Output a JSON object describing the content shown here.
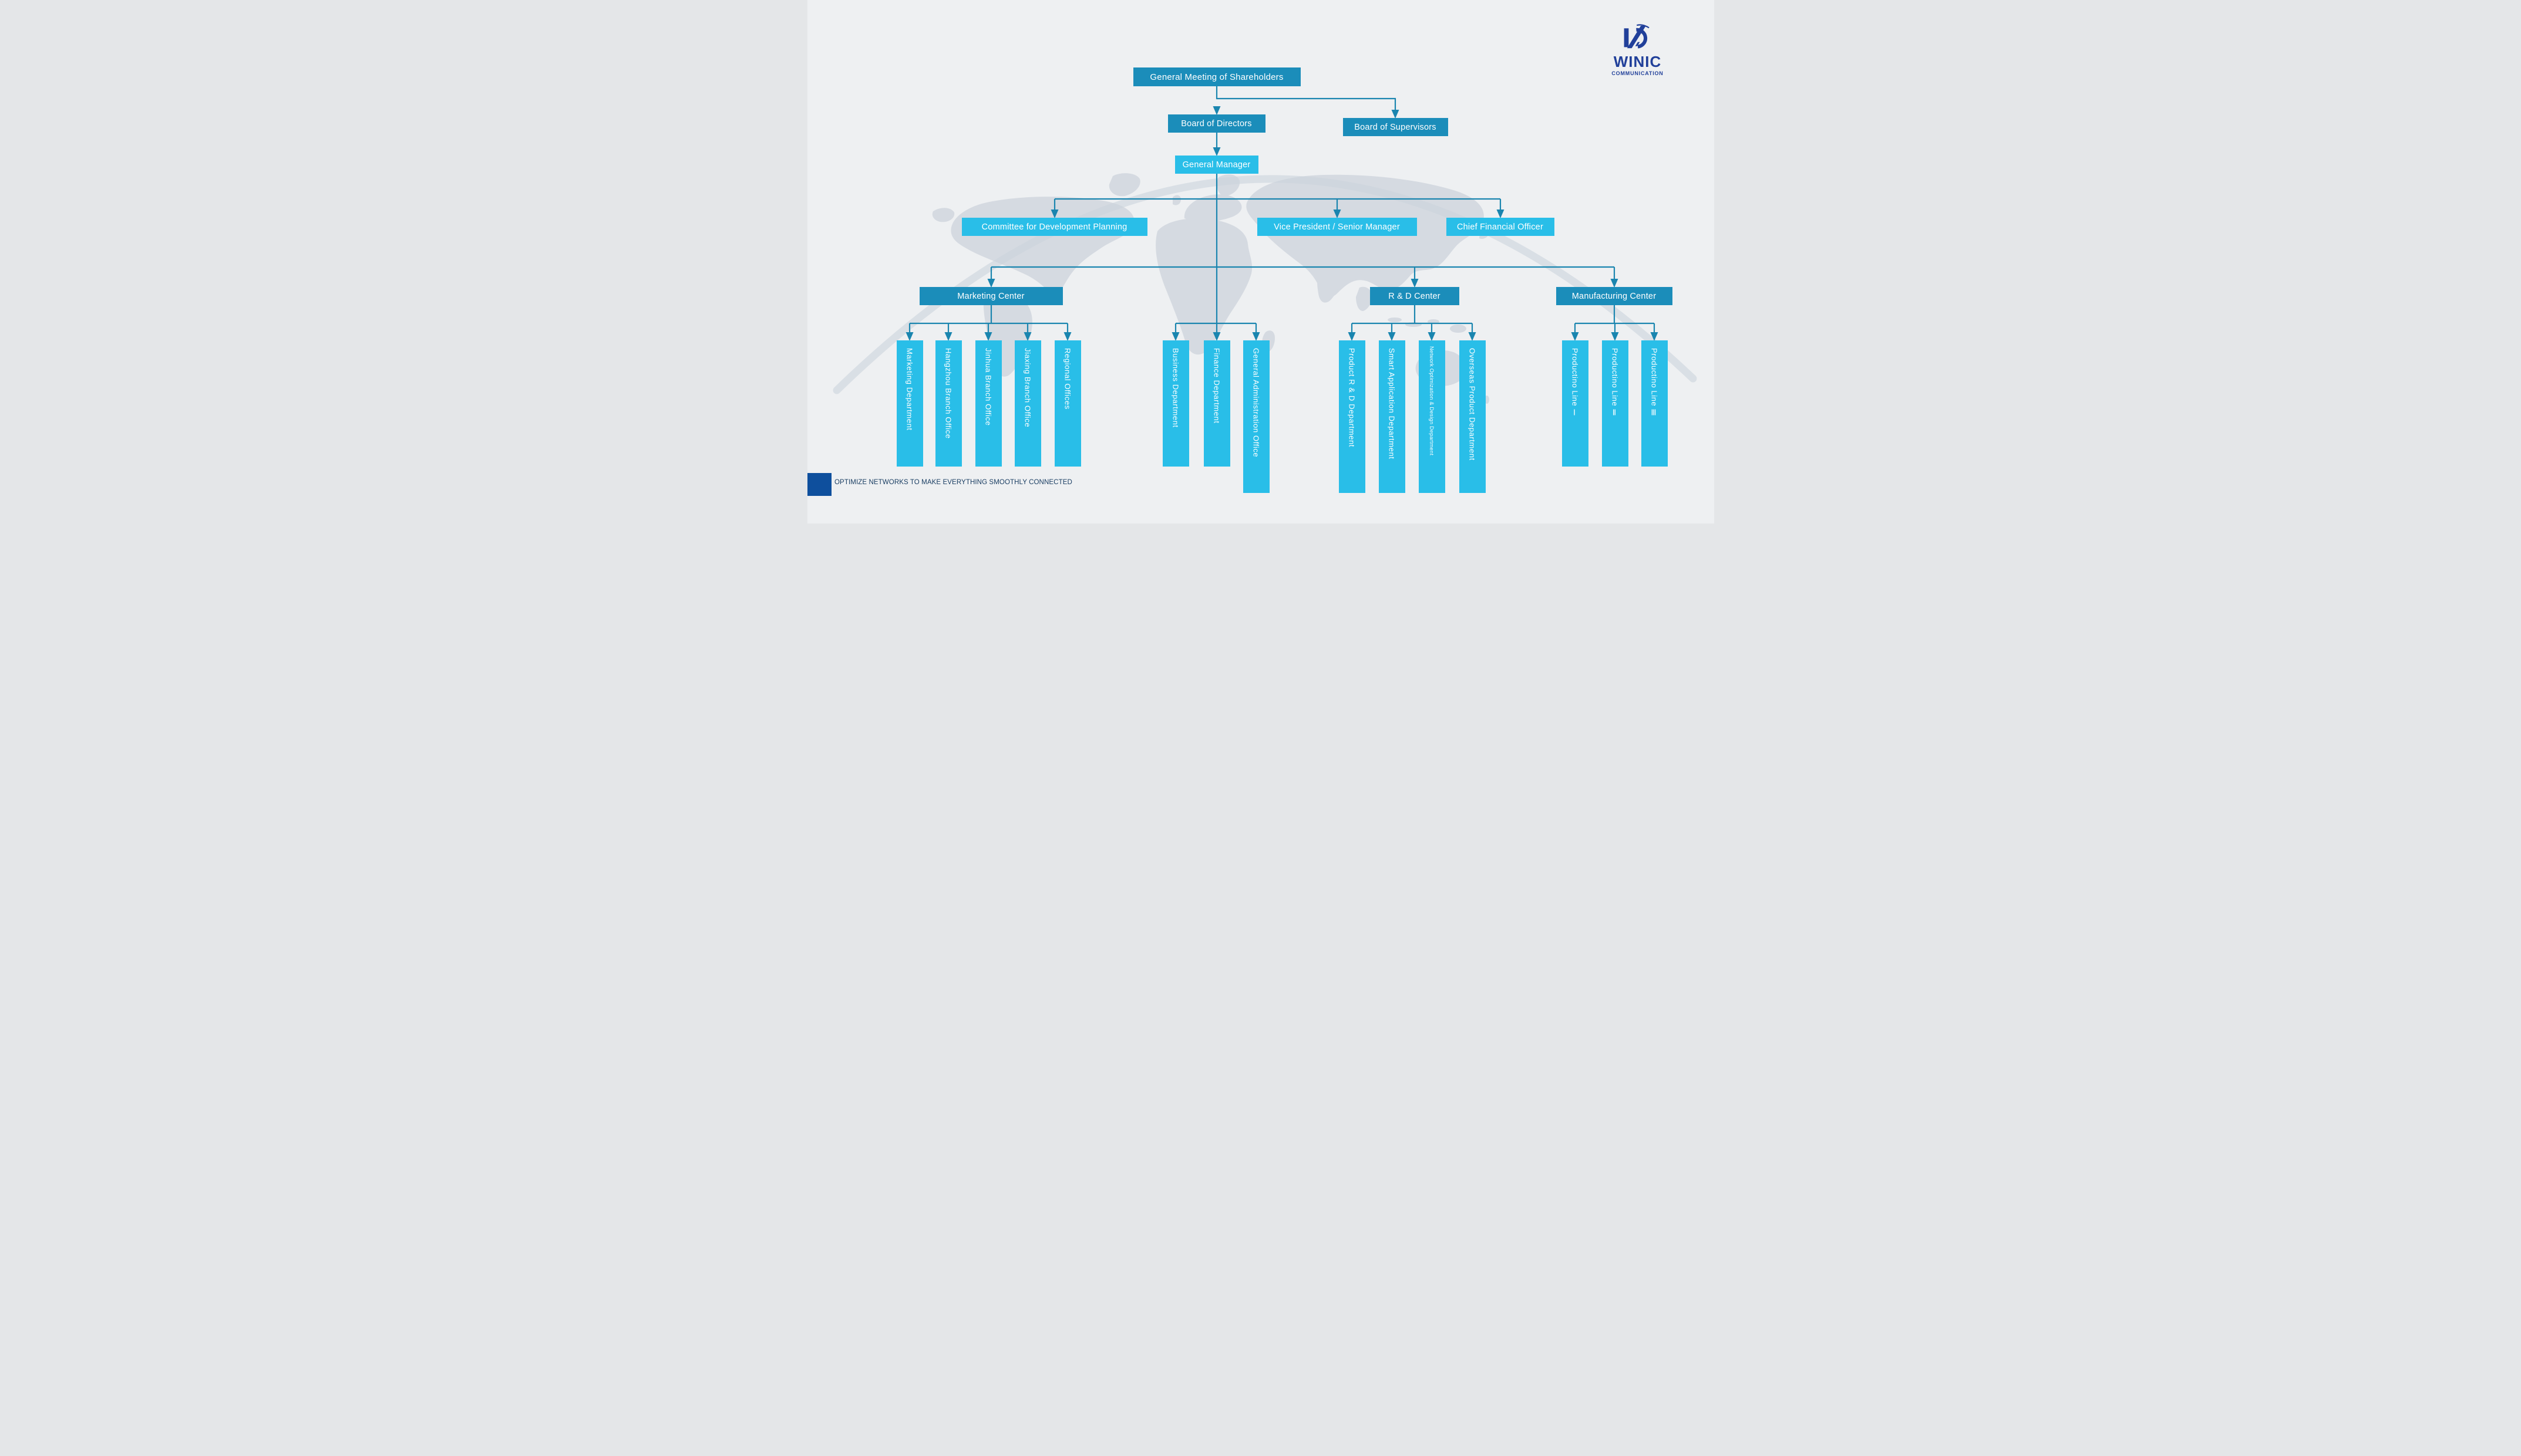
{
  "logo": {
    "brand": "WINIC",
    "sub": "COMMUNICATION",
    "color": "#21409a"
  },
  "tagline": {
    "text": "OPTIMIZE NETWORKS TO MAKE EVERYTHING SMOOTHLY CONNECTED",
    "square_color": "#0e4f9d",
    "text_color": "#1a3e63"
  },
  "colors": {
    "dark_box": "#1b8dba",
    "light_box": "#29bee8",
    "line": "#1a85af",
    "background": "#eef0f2",
    "map": "#d5dae1"
  },
  "org": {
    "root": "General Meeting of Shareholders",
    "level2": [
      "Board of Directors",
      "Board of Supervisors"
    ],
    "level3": "General Manager",
    "level4": [
      "Committee for Development Planning",
      "Vice President / Senior Manager",
      "Chief Financial Officer"
    ],
    "centers": [
      "Marketing Center",
      "R & D Center",
      "Manufacturing Center"
    ],
    "groups": {
      "marketing": [
        "Marketing Department",
        "Hangzhou Branch Office",
        "Jinhua Branch Office",
        "Jiaxing Branch Office",
        "Regional Offices"
      ],
      "admin": [
        "Business Department",
        "Finance Department",
        "General Administration Office"
      ],
      "rd": [
        "Product R & D Department",
        "Smart Application Department",
        "Network Optimization & Design Department",
        "Overseas Product Department"
      ],
      "manufacturing": [
        "Productino Line Ⅰ",
        "Productino Line Ⅱ",
        "Productino Line Ⅲ"
      ]
    }
  }
}
